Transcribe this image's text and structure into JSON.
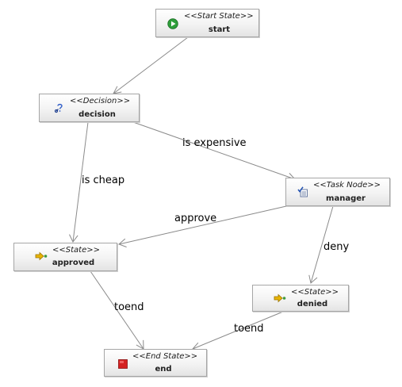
{
  "nodes": {
    "start": {
      "stereotype": "<<Start State>>",
      "name": "start",
      "icon": "start-play-icon"
    },
    "decision": {
      "stereotype": "<<Decision>>",
      "name": "decision",
      "icon": "decision-question-icon"
    },
    "manager": {
      "stereotype": "<<Task Node>>",
      "name": "manager",
      "icon": "task-node-icon"
    },
    "approved": {
      "stereotype": "<<State>>",
      "name": "approved",
      "icon": "state-arrow-icon"
    },
    "denied": {
      "stereotype": "<<State>>",
      "name": "denied",
      "icon": "state-arrow-icon"
    },
    "end": {
      "stereotype": "<<End State>>",
      "name": "end",
      "icon": "end-stop-icon"
    }
  },
  "transitions": [
    {
      "from": "start",
      "to": "decision",
      "label": ""
    },
    {
      "from": "decision",
      "to": "manager",
      "label": "is expensive"
    },
    {
      "from": "decision",
      "to": "approved",
      "label": "is cheap"
    },
    {
      "from": "manager",
      "to": "approved",
      "label": "approve"
    },
    {
      "from": "manager",
      "to": "denied",
      "label": "deny"
    },
    {
      "from": "approved",
      "to": "end",
      "label": "toend"
    },
    {
      "from": "denied",
      "to": "end",
      "label": "toend"
    }
  ],
  "colors": {
    "start_icon": "#2e9e3a",
    "end_icon": "#d42020",
    "state_icon": "#e8b400",
    "edge": "#8a8a8a"
  }
}
